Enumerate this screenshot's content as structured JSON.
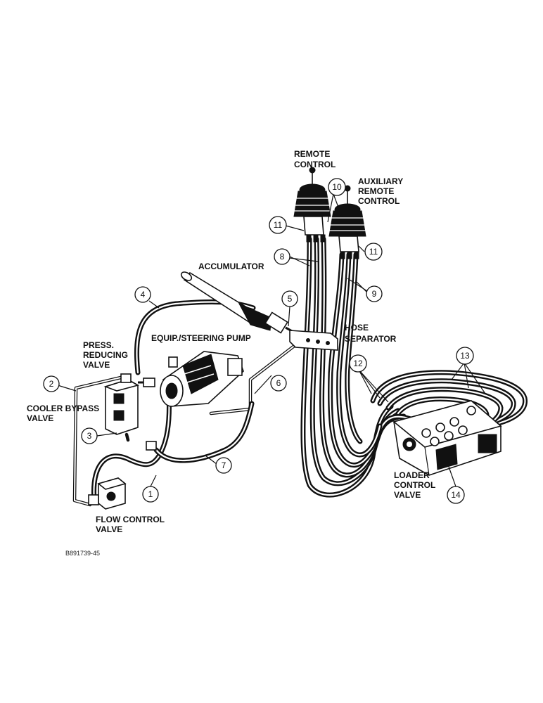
{
  "labels": {
    "remote_control": [
      "REMOTE",
      "CONTROL"
    ],
    "auxiliary_remote_control": [
      "AUXILIARY",
      "REMOTE",
      "CONTROL"
    ],
    "accumulator": "ACCUMULATOR",
    "hose_separator": [
      "HOSE",
      "SEPARATOR"
    ],
    "press_reducing_valve": [
      "PRESS.",
      "REDUCING",
      "VALVE"
    ],
    "equip_steering_pump": "EQUIP./STEERING PUMP",
    "cooler_bypass_valve": [
      "COOLER BYPASS",
      "VALVE"
    ],
    "flow_control_valve": [
      "FLOW CONTROL",
      "VALVE"
    ],
    "loader_control_valve": [
      "LOADER",
      "CONTROL",
      "VALVE"
    ]
  },
  "callouts": [
    "1",
    "2",
    "3",
    "4",
    "5",
    "6",
    "7",
    "8",
    "9",
    "10",
    "11",
    "11",
    "12",
    "13",
    "14"
  ],
  "figure_id": "B891739-45"
}
